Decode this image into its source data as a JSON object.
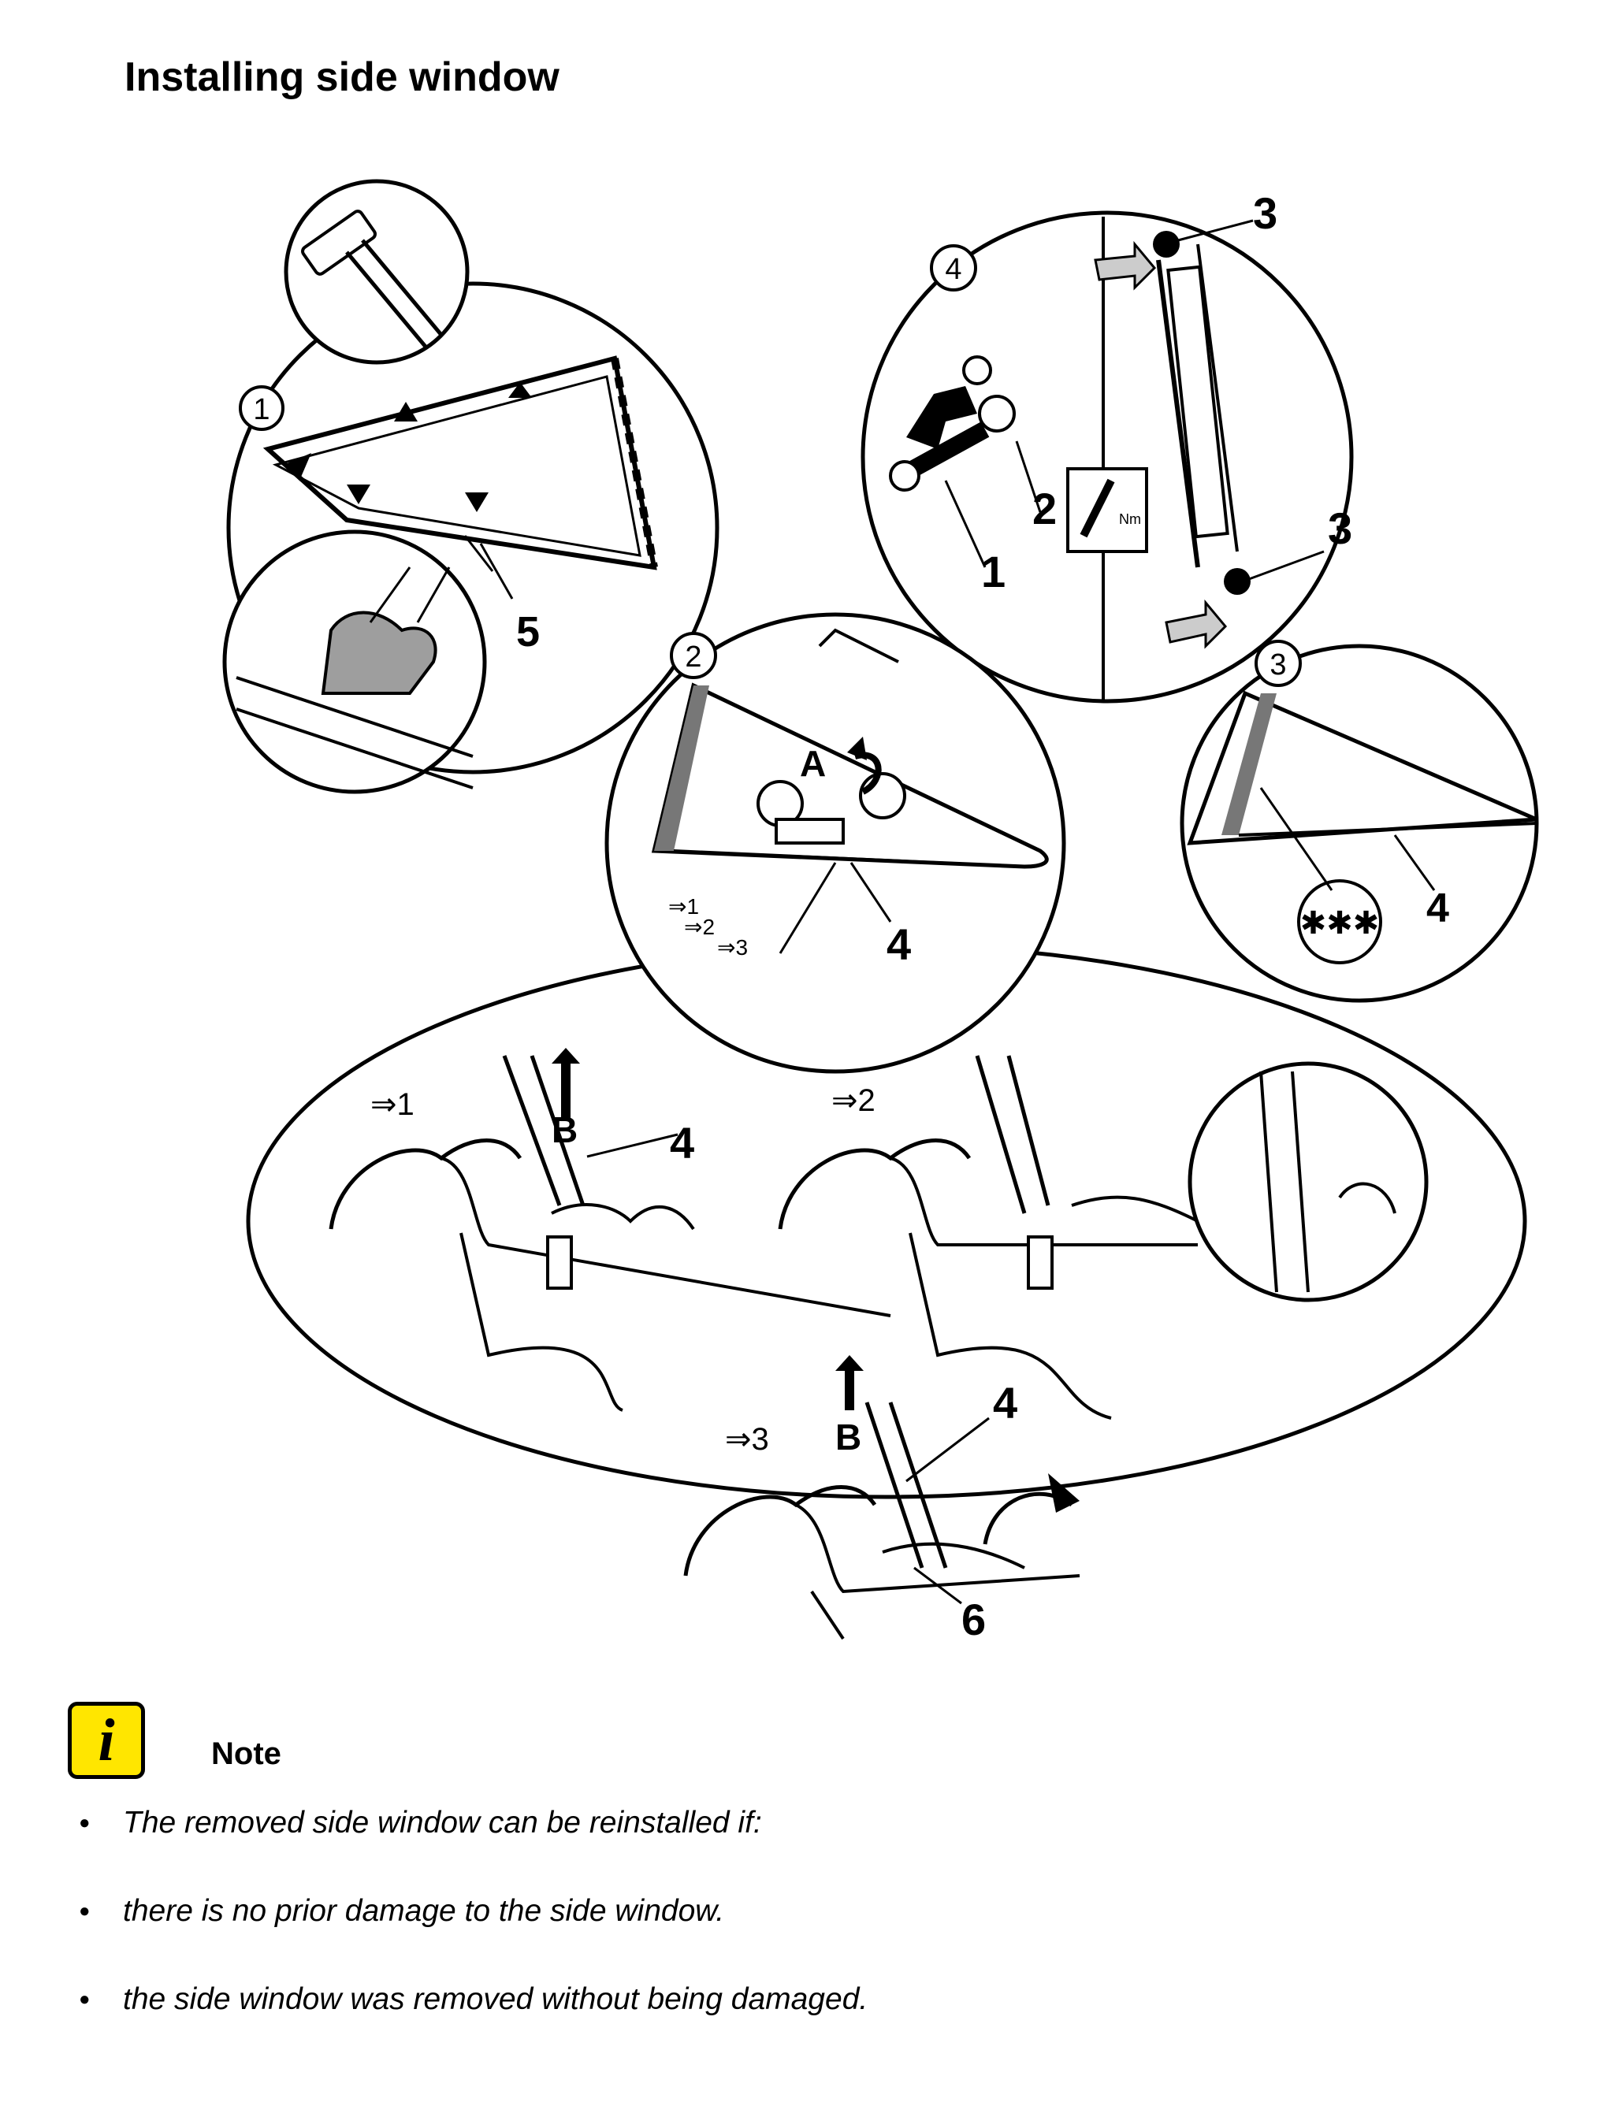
{
  "title": "Installing side window",
  "figure": {
    "circle_numbers": [
      "1",
      "2",
      "3",
      "4"
    ],
    "labels": {
      "l1": "1",
      "l2": "2",
      "l3a": "3",
      "l3b": "3",
      "l4a": "4",
      "l4b": "4",
      "l4c": "4",
      "l4d": "4",
      "l5": "5",
      "l6": "6",
      "A": "A",
      "B1": "B",
      "B2": "B",
      "step1": "⇒1",
      "step2": "⇒2",
      "step3": "⇒3",
      "s1": "⇒1",
      "s2": "⇒2",
      "s3": "⇒3",
      "torque": "Nm"
    }
  },
  "note": {
    "icon": "info-icon",
    "icon_letter": "i",
    "icon_color": "#ffe600",
    "title": "Note",
    "items": [
      "The removed side window can be reinstalled if:",
      "there is no prior damage to the side window.",
      "the side window was removed without being damaged."
    ]
  }
}
